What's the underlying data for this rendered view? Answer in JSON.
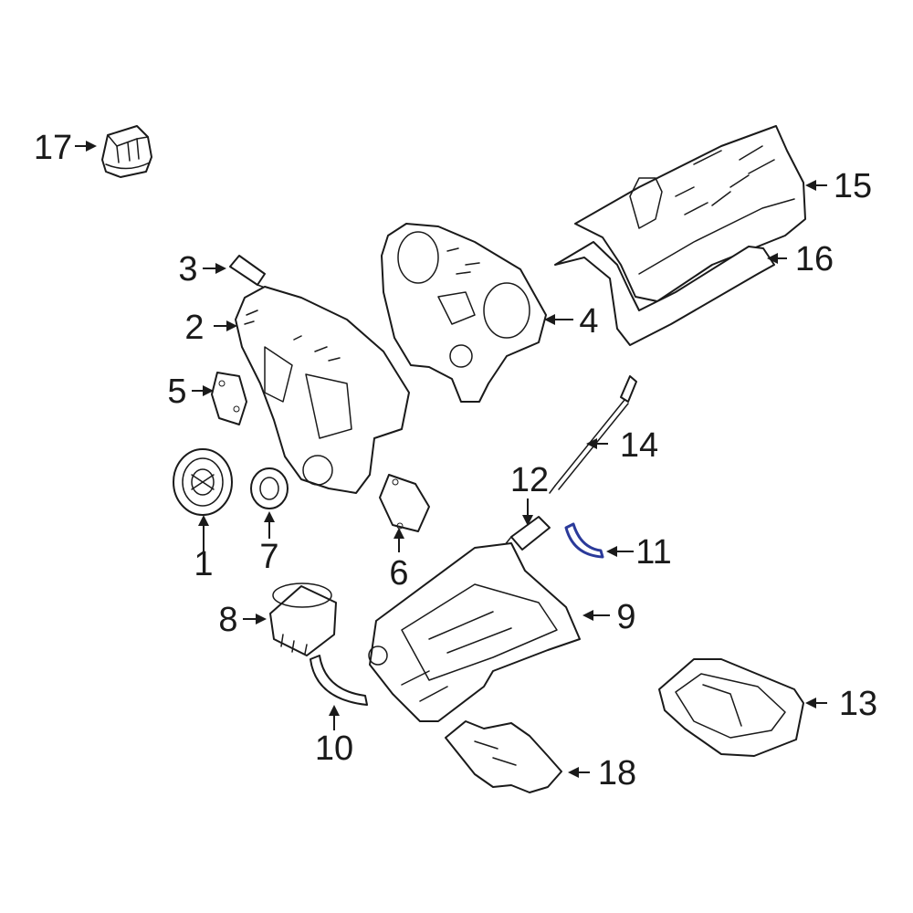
{
  "diagram": {
    "highlight_color": "#2b3a9a",
    "line_color": "#1a1a1a",
    "callouts": [
      {
        "id": "1",
        "label": "1"
      },
      {
        "id": "2",
        "label": "2"
      },
      {
        "id": "3",
        "label": "3"
      },
      {
        "id": "4",
        "label": "4"
      },
      {
        "id": "5",
        "label": "5"
      },
      {
        "id": "6",
        "label": "6"
      },
      {
        "id": "7",
        "label": "7"
      },
      {
        "id": "8",
        "label": "8"
      },
      {
        "id": "9",
        "label": "9"
      },
      {
        "id": "10",
        "label": "10"
      },
      {
        "id": "11",
        "label": "11"
      },
      {
        "id": "12",
        "label": "12"
      },
      {
        "id": "13",
        "label": "13"
      },
      {
        "id": "14",
        "label": "14"
      },
      {
        "id": "15",
        "label": "15"
      },
      {
        "id": "16",
        "label": "16"
      },
      {
        "id": "17",
        "label": "17"
      },
      {
        "id": "18",
        "label": "18"
      }
    ],
    "highlighted_part": "11"
  }
}
